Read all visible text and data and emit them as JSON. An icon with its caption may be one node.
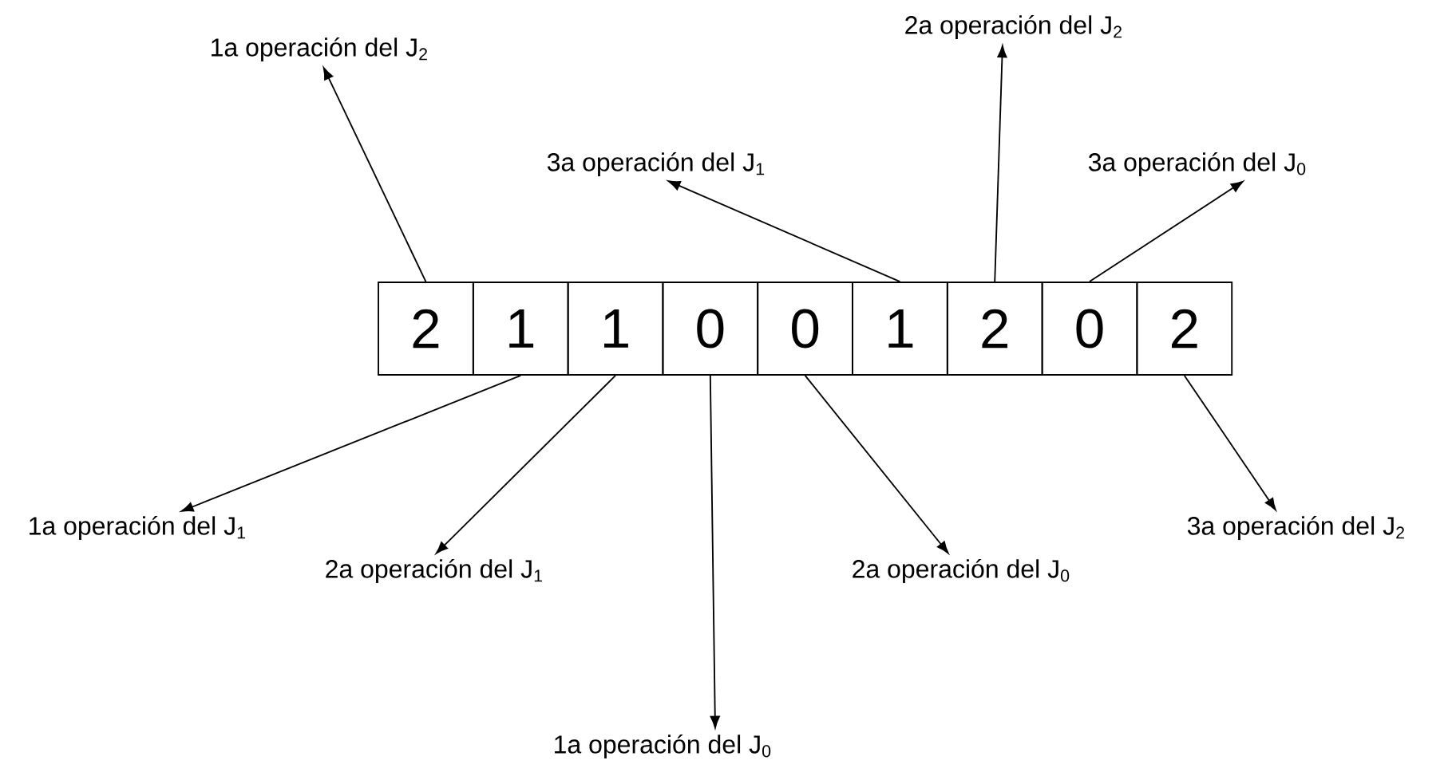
{
  "diagram": {
    "nodes": [
      {
        "text": [
          "2"
        ]
      },
      {
        "text": [
          "1"
        ]
      },
      {
        "text": [
          "1"
        ]
      },
      {
        "text": [
          "0"
        ]
      },
      {
        "text": [
          "0"
        ]
      },
      {
        "text": [
          "1"
        ]
      },
      {
        "text": [
          "2"
        ]
      },
      {
        "text": [
          "0"
        ]
      },
      {
        "text": [
          "2"
        ]
      },
      {
        "text": [
          "2a operación del J$_{2}$"
        ]
      },
      {
        "text": [
          "1a operación del J$_{2}$"
        ]
      },
      {
        "text": [
          "3a operación del J$_{1}$"
        ]
      },
      {
        "text": [
          "3a operación del J$_{0}$"
        ]
      },
      {
        "text": [
          "1a operación del J$_{1}$"
        ]
      },
      {
        "text": [
          "3a operación del J$_{2}$"
        ]
      },
      {
        "text": [
          "2a operación del J$_{1}$"
        ]
      },
      {
        "text": [
          "2a operación del J$_{0}$"
        ]
      },
      {
        "text": [
          "1a operación del J$_{0}$"
        ]
      }
    ],
    "edges": [
      {
        "from": 0,
        "to": 10,
        "arrow": "to"
      },
      {
        "from": 6,
        "to": 9,
        "arrow": "to"
      },
      {
        "from": 5,
        "to": 11,
        "arrow": "to"
      },
      {
        "from": 7,
        "to": 12,
        "arrow": "to"
      },
      {
        "from": 1,
        "to": 13,
        "arrow": "to"
      },
      {
        "from": 2,
        "to": 15,
        "arrow": "to"
      },
      {
        "from": 3,
        "to": 17,
        "arrow": "to"
      },
      {
        "from": 4,
        "to": 16,
        "arrow": "to"
      },
      {
        "from": 8,
        "to": 14,
        "arrow": "to"
      }
    ]
  }
}
